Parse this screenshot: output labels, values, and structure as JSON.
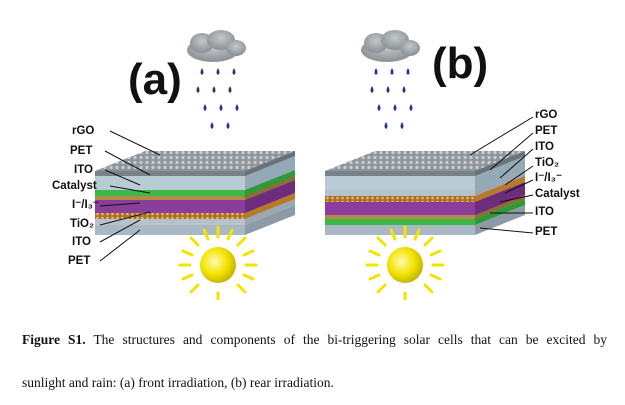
{
  "panels": {
    "a": {
      "label": "(a)",
      "layers": [
        "rGO",
        "PET",
        "ITO",
        "Catalyst",
        "I⁻/I₃⁻",
        "TiO₂",
        "ITO",
        "PET"
      ]
    },
    "b": {
      "label": "(b)",
      "layers": [
        "rGO",
        "PET",
        "ITO",
        "TiO₂",
        "I⁻/I₃⁻",
        "Catalyst",
        "ITO",
        "PET"
      ]
    }
  },
  "caption": {
    "figure_label": "Figure S1.",
    "text_line1": "The structures and components of the bi-triggering solar cells that can be excited by",
    "text_line2": "sunlight and rain: (a) front irradiation, (b) rear irradiation."
  },
  "colors": {
    "rgo": "#8f969c",
    "pet": "#c7d3dc",
    "ito": "#4fd15a",
    "catalyst": "#c59b55",
    "electrolyte": "#8a3d9a",
    "tio2": "#e8a040",
    "sun": "#f2e400",
    "cloud": "#9ea3a8",
    "drop": "#1c3d7a"
  }
}
